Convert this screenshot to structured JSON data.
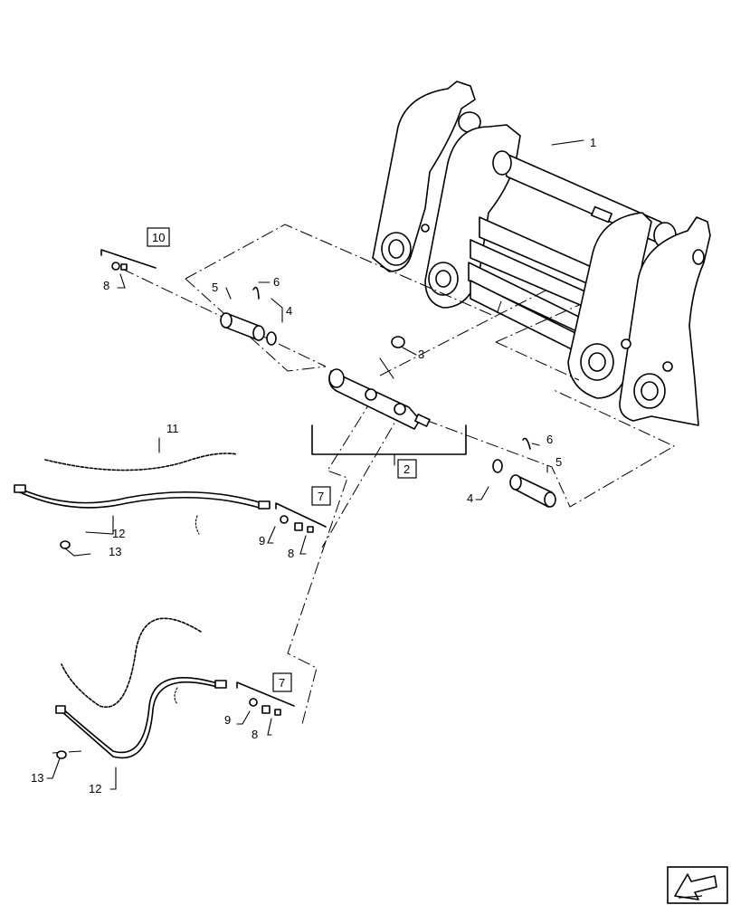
{
  "labels": {
    "p1": "1",
    "p2": "2",
    "p3": "3",
    "p4a": "4",
    "p4b": "4",
    "p5a": "5",
    "p5b": "5",
    "p6a": "6",
    "p6b": "6",
    "p7a": "7",
    "p7b": "7",
    "p8a": "8",
    "p8b": "8",
    "p8c": "8",
    "p9a": "9",
    "p9b": "9",
    "p10": "10",
    "p11": "11",
    "p12a": "12",
    "p12b": "12",
    "p13a": "13",
    "p13b": "13"
  },
  "icons": {
    "navigation": "arrow-icon"
  }
}
